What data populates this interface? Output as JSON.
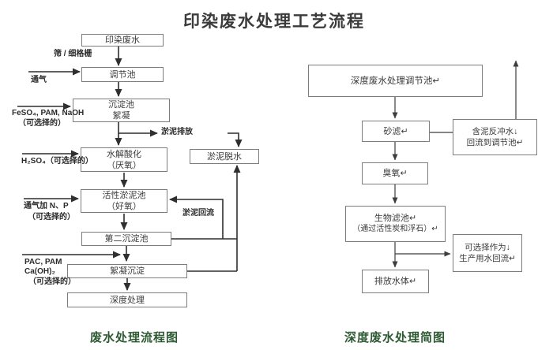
{
  "title": "印染废水处理工艺流程",
  "left_chart": {
    "caption": "废水处理流程图",
    "nodes": {
      "raw_wastewater": "印染废水",
      "regulating_tank": "调节池",
      "sedimentation_line1": "沉淀池",
      "sedimentation_line2": "絮凝",
      "hydrolysis_line1": "水解酸化",
      "hydrolysis_line2": "（厌氧）",
      "activated_sludge_line1": "活性淤泥池",
      "activated_sludge_line2": "（好氧）",
      "secondary_sedimentation": "第二沉淀池",
      "flocculation_sedimentation": "絮凝沉淀",
      "advanced_treatment": "深度处理",
      "sludge_dewatering": "淤泥脱水"
    },
    "labels": {
      "screen_grid": "筛 / 细格栅",
      "aeration": "通气",
      "chem1_line1": "FeSO₄, PAM, NaOH",
      "chem1_line2": "（可选择的）",
      "chem2": "H₂SO₄（可选择的）",
      "aeration_np_line1": "通气加 N、P",
      "aeration_np_line2": "（可选择的）",
      "chem3_line1": "PAC, PAM",
      "chem3_line2": "Ca(OH)₂",
      "chem3_line3": "（可选择的）",
      "sludge_discharge": "淤泥排放",
      "sludge_return": "淤泥回流"
    }
  },
  "right_chart": {
    "caption": "深度废水处理简图",
    "nodes": {
      "advanced_regulating_tank": "深度废水处理调节池↵",
      "sand_filter": "砂滤↵",
      "backwash_line1": "含泥反冲水↓",
      "backwash_line2": "回流到调节池↵",
      "ozone": "臭氧↵",
      "biofilter_line1": "生物滤池↵",
      "biofilter_line2": "（通过活性炭和浮石）↵",
      "reuse_line1": "可选择作为↓",
      "reuse_line2": "生产用水回流↵",
      "discharge": "排放水体↵"
    }
  },
  "colors": {
    "caption_green": "#2d5a33",
    "left_line": "#2f2f2f",
    "right_line": "#3c3c3c",
    "box_border": "#7d7d7d",
    "text": "#333333"
  }
}
